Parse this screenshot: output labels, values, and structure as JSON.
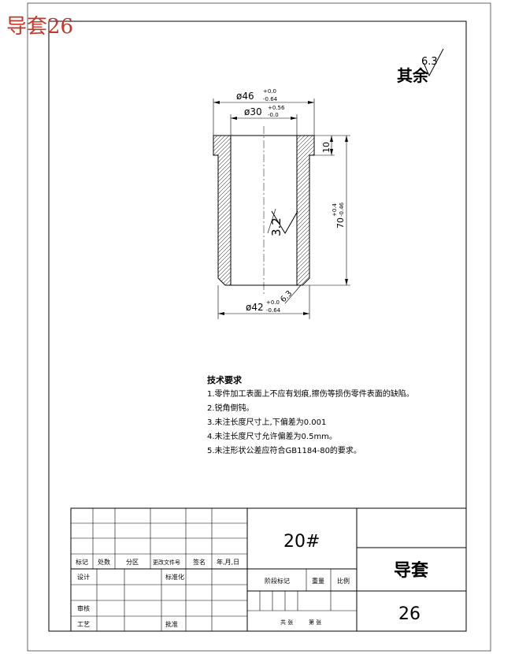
{
  "sheet": {
    "corner_title": "导套26"
  },
  "drawing": {
    "roughness_other": "其余",
    "roughness_other_value": "6.3",
    "roughness_bore_value": "3.2",
    "roughness_chamfer_value": "6.3",
    "dim_outer_top": {
      "base": "ø46",
      "up": "+0.0",
      "low": "-0.64"
    },
    "dim_inner": {
      "base": "ø30",
      "up": "+0.56",
      "low": "-0.0"
    },
    "dim_outer_bottom": {
      "base": "ø42",
      "up": "+0.0",
      "low": "-0.64"
    },
    "dim_flange": "10",
    "dim_length": {
      "base": "70",
      "up": "+0.4",
      "low": "-0.46"
    }
  },
  "tech_req": {
    "title": "技术要求",
    "items": [
      "1.零件加工表面上不应有划痕,擦伤等损伤零件表面的缺陷。",
      "2.锐角倒钝。",
      "3.未注长度尺寸上,下偏差为0.001",
      "4.未注长度尺寸允许偏差为0.5mm。",
      "5.未注形状公差应符合GB1184-80的要求。"
    ]
  },
  "title_block": {
    "material": "20#",
    "part_name": "导套",
    "drawing_no": "26",
    "headers": [
      "标记",
      "处数",
      "分区",
      "更改文件号",
      "签名",
      "年,月,日"
    ],
    "design": "设计",
    "standard": "标准化",
    "review": "审核",
    "process": "工艺",
    "approve": "批准",
    "stage_mark": "阶段标记",
    "weight": "重量",
    "scale": "比例",
    "sheets": "共 张",
    "sheet_no": "第 张"
  },
  "colors": {
    "accent_red": "#c0392b"
  }
}
